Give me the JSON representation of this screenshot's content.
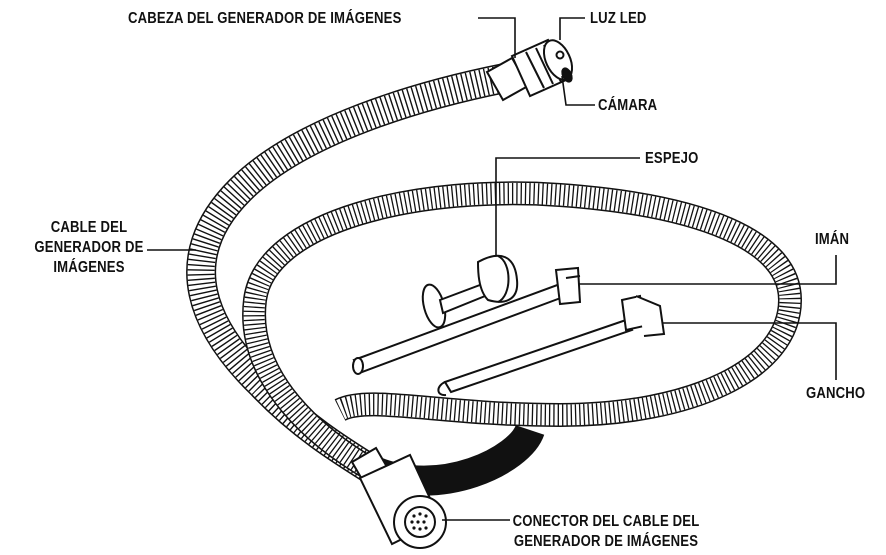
{
  "labels": {
    "imager_head": "CABEZA DEL GENERADOR DE IMÁGENES",
    "led_light": "LUZ LED",
    "camera": "CÁMARA",
    "mirror": "ESPEJO",
    "imager_cable": [
      "CABLE DEL",
      "GENERADOR DE",
      "IMÁGENES"
    ],
    "magnet": "IMÁN",
    "hook": "GANCHO",
    "cable_connector": [
      "CONECTOR DEL CABLE DEL",
      "GENERADOR DE IMÁGENES"
    ]
  },
  "colors": {
    "line": "#111111",
    "fill": "#ffffff"
  }
}
